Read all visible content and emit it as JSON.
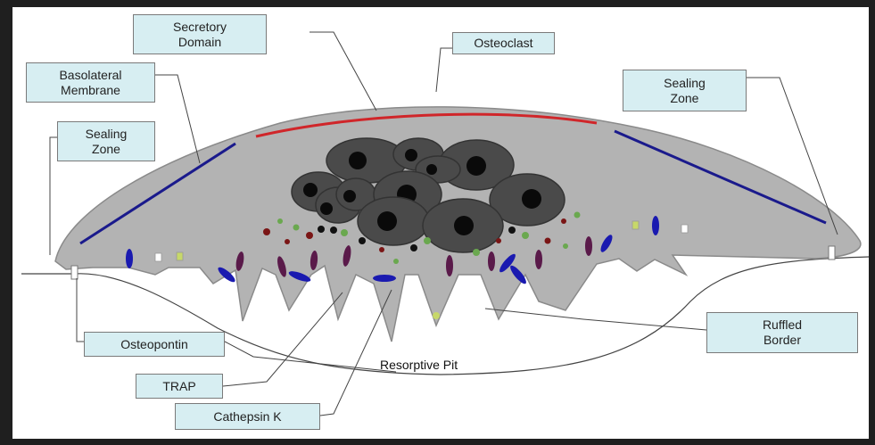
{
  "labels": {
    "secretory_domain": "Secretory\nDomain",
    "osteoclast": "Osteoclast",
    "basolateral_membrane": "Basolateral\nMembrane",
    "sealing_zone_left": "Sealing\nZone",
    "sealing_zone_right": "Sealing\nZone",
    "osteopontin": "Osteopontin",
    "ruffled_border": "Ruffled\nBorder",
    "resorptive_pit": "Resorptive Pit",
    "trap": "TRAP",
    "cathepsin_k": "Cathepsin K"
  },
  "colors": {
    "cell_body": "#b3b3b3",
    "cell_outline": "#8a8a8a",
    "nucleus": "#4a4a4a",
    "nucleolus": "#0a0a0a",
    "secretory_domain_line": "#d0262a",
    "basolateral_line": "#1a1a8c",
    "label_fill": "#d7eef2"
  }
}
